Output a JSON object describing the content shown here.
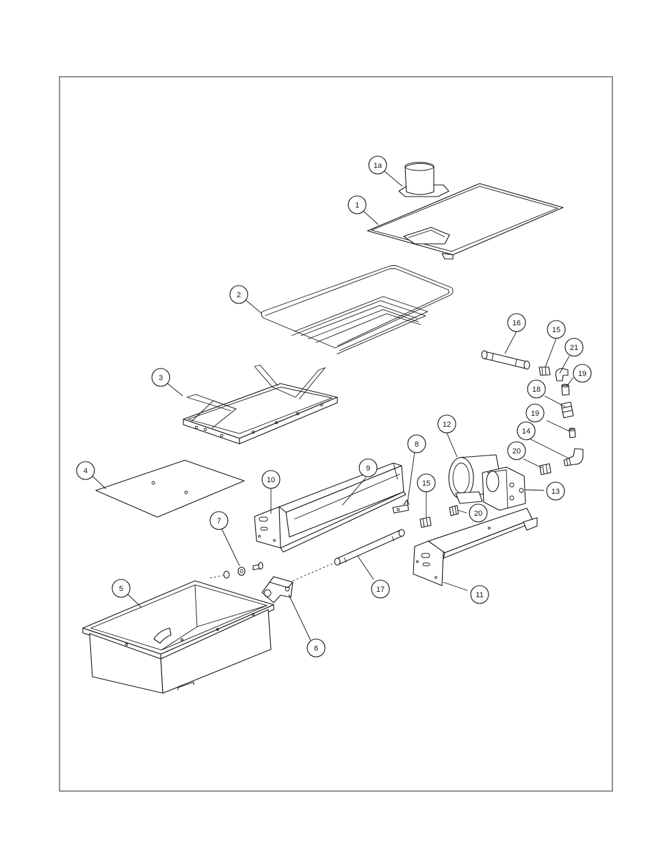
{
  "diagram": {
    "callouts": [
      {
        "id": "1a",
        "label": "1a"
      },
      {
        "id": "1",
        "label": "1"
      },
      {
        "id": "2",
        "label": "2"
      },
      {
        "id": "3",
        "label": "3"
      },
      {
        "id": "4",
        "label": "4"
      },
      {
        "id": "5",
        "label": "5"
      },
      {
        "id": "6",
        "label": "6"
      },
      {
        "id": "7",
        "label": "7"
      },
      {
        "id": "8",
        "label": "8"
      },
      {
        "id": "9",
        "label": "9"
      },
      {
        "id": "10",
        "label": "10"
      },
      {
        "id": "11",
        "label": "11"
      },
      {
        "id": "12",
        "label": "12"
      },
      {
        "id": "13",
        "label": "13"
      },
      {
        "id": "14",
        "label": "14"
      },
      {
        "id": "15a",
        "label": "15"
      },
      {
        "id": "15b",
        "label": "15"
      },
      {
        "id": "16",
        "label": "16"
      },
      {
        "id": "17",
        "label": "17"
      },
      {
        "id": "18",
        "label": "18"
      },
      {
        "id": "19a",
        "label": "19"
      },
      {
        "id": "19b",
        "label": "19"
      },
      {
        "id": "20a",
        "label": "20"
      },
      {
        "id": "20b",
        "label": "20"
      },
      {
        "id": "21",
        "label": "21"
      }
    ]
  }
}
